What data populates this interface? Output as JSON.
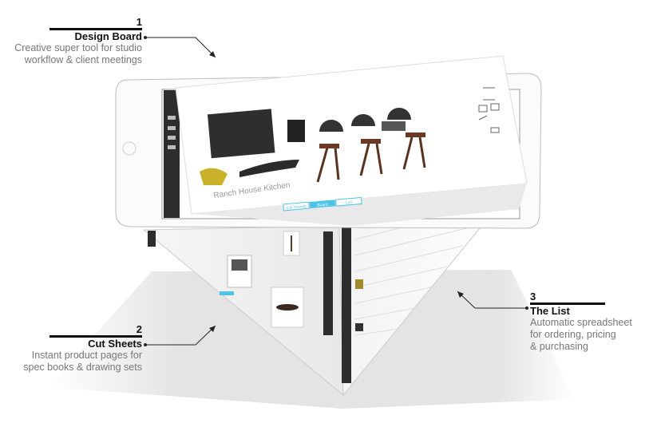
{
  "callouts": [
    {
      "number": "1",
      "title": "Design Board",
      "description": [
        "Creative super tool for studio",
        "workflow & client meetings"
      ]
    },
    {
      "number": "2",
      "title": "Cut Sheets",
      "description": [
        "Instant product pages for",
        "spec books & drawing sets"
      ]
    },
    {
      "number": "3",
      "title": "The List",
      "description": [
        "Automatic spreadsheet",
        "for ordering, pricing",
        "& purchasing"
      ]
    }
  ],
  "board": {
    "title": "Ranch House Kitchen",
    "tabs": [
      "Cut Sheets",
      "Board",
      "List"
    ],
    "active_tab": "Board"
  },
  "colors": {
    "accent": "#4fc3e8",
    "shadow": "#e4e4e4",
    "toolbar": "#2d2d2d"
  }
}
